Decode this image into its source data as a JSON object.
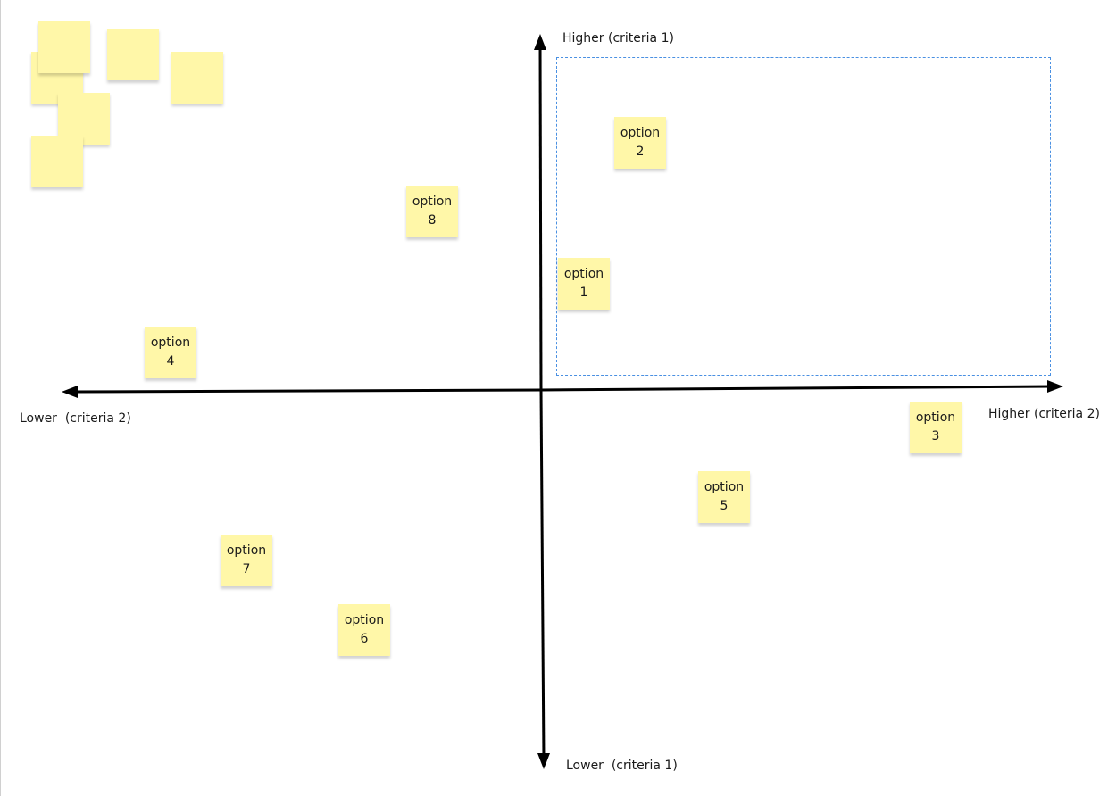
{
  "axes": {
    "y_top_label": "Higher (criteria 1)",
    "y_bottom_label": "Lower  (criteria 1)",
    "x_left_label": "Lower  (criteria 2)",
    "x_right_label": "Higher (criteria 2)"
  },
  "notes": [
    {
      "line1": "option",
      "line2": "1"
    },
    {
      "line1": "option",
      "line2": "2"
    },
    {
      "line1": "option",
      "line2": "3"
    },
    {
      "line1": "option",
      "line2": "4"
    },
    {
      "line1": "option",
      "line2": "5"
    },
    {
      "line1": "option",
      "line2": "6"
    },
    {
      "line1": "option",
      "line2": "7"
    },
    {
      "line1": "option",
      "line2": "8"
    }
  ],
  "colors": {
    "sticky": "#fff7a8",
    "selection": "#4a90e2",
    "axis": "#000000"
  }
}
